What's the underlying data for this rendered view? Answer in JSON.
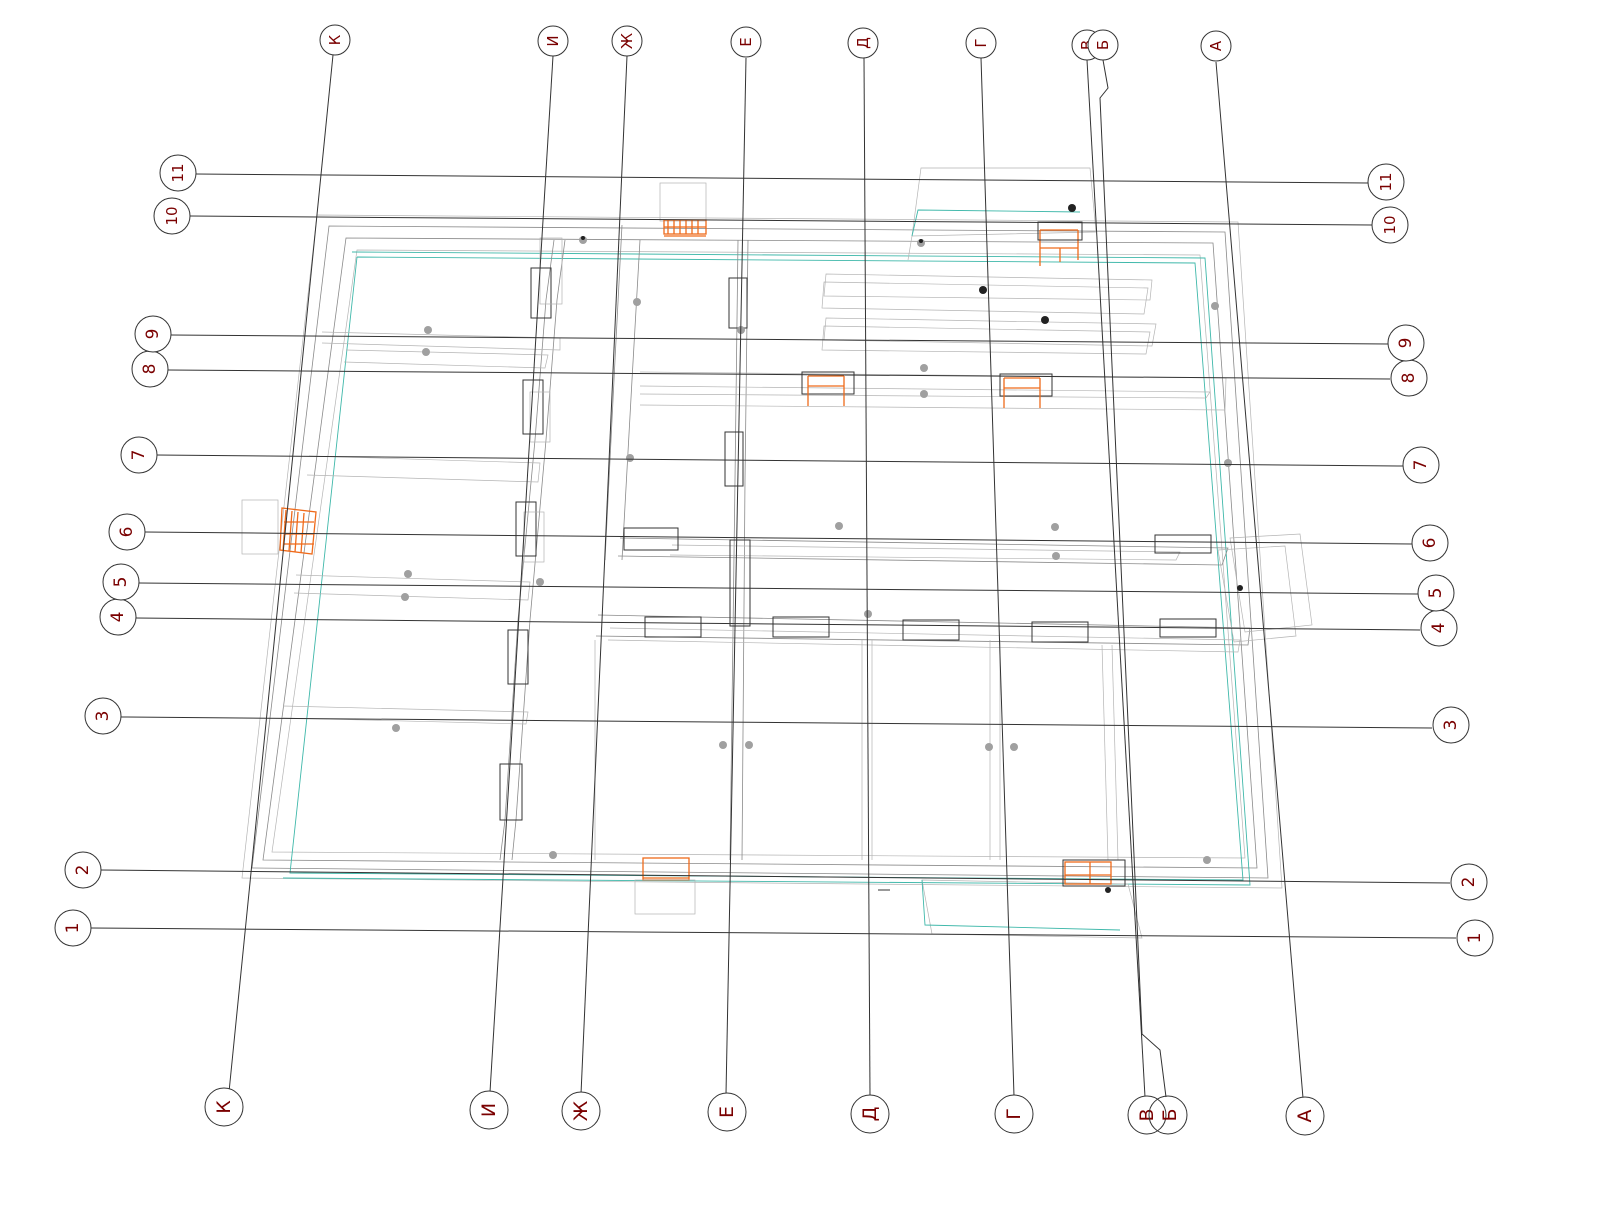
{
  "letter_axes": [
    "К",
    "И",
    "Ж",
    "Е",
    "Д",
    "Г",
    "В",
    "Б",
    "А"
  ],
  "number_axes": [
    "1",
    "2",
    "3",
    "4",
    "5",
    "6",
    "7",
    "8",
    "9",
    "10",
    "11"
  ],
  "colors": {
    "grid_line": "#333333",
    "bubble_text": "#7a0000",
    "wall": "#8a8a8a",
    "cyan_edge": "#3fb8aa",
    "opening": "#ef6a1a",
    "node": "#a0a0a0"
  }
}
